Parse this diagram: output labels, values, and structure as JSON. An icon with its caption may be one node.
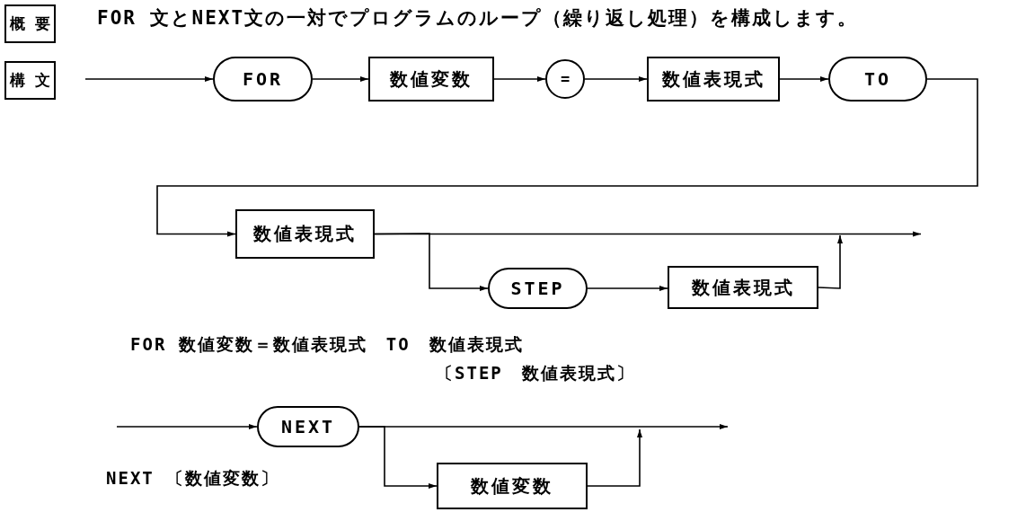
{
  "diagram": {
    "nodes": [
      {
        "text": [
          "概 要"
        ]
      },
      {
        "text": [
          "構 文"
        ]
      },
      {
        "text": [
          "FOR"
        ]
      },
      {
        "text": [
          "数値変数"
        ]
      },
      {
        "text": [
          "="
        ]
      },
      {
        "text": [
          "数値表現式"
        ]
      },
      {
        "text": [
          "TO"
        ]
      },
      {
        "text": [
          "数値表現式"
        ]
      },
      {
        "text": [
          "STEP"
        ]
      },
      {
        "text": [
          "数値表現式"
        ]
      },
      {
        "text": [
          "NEXT"
        ]
      },
      {
        "text": [
          "数値変数"
        ]
      }
    ],
    "edges": [
      {
        "from": null,
        "to": 2,
        "arrow": "to"
      },
      {
        "from": 2,
        "to": 3,
        "arrow": "to"
      },
      {
        "from": 3,
        "to": 4,
        "arrow": "to"
      },
      {
        "from": 4,
        "to": 5,
        "arrow": "to"
      },
      {
        "from": 5,
        "to": 6,
        "arrow": "to"
      },
      {
        "from": 6,
        "to": 7,
        "arrow": "to"
      },
      {
        "from": 7,
        "to": null,
        "arrow": "to"
      },
      {
        "from": 7,
        "to": 8,
        "arrow": "to"
      },
      {
        "from": 8,
        "to": 9,
        "arrow": "to"
      },
      {
        "from": 9,
        "to": null,
        "arrow": "to"
      },
      {
        "from": null,
        "to": 10,
        "arrow": "to"
      },
      {
        "from": 10,
        "to": null,
        "arrow": "to"
      },
      {
        "from": 10,
        "to": 11,
        "arrow": "to"
      },
      {
        "from": 11,
        "to": null,
        "arrow": "to"
      }
    ],
    "labels": [
      "FOR 文とNEXT文の一対でプログラムのループ（繰り返し処理）を構成します。",
      "FOR 数値変数＝数値表現式　TO　数値表現式",
      "〔STEP　数値表現式〕",
      "NEXT 〔数値変数〕"
    ]
  }
}
